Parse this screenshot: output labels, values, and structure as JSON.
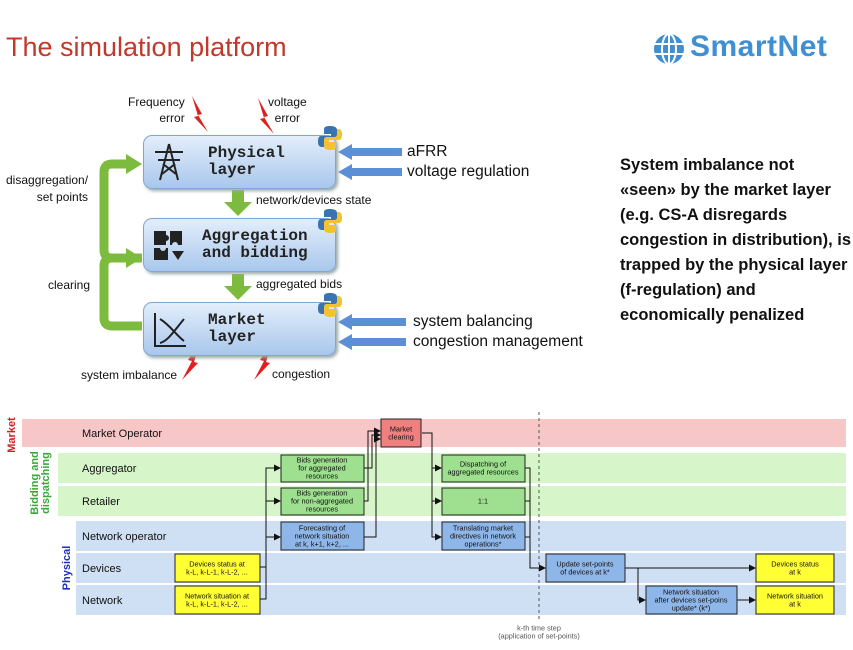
{
  "title": "The simulation platform",
  "logo": {
    "text": "SmartNet"
  },
  "side_text": "System imbalance not «seen» by the market layer (e.g. CS-A disregards congestion in distribution), is trapped by the physical layer (f-regulation) and economically penalized",
  "architecture": {
    "layers": [
      {
        "id": "physical",
        "label": "Physical\nlayer",
        "icon": "power-pylon-icon"
      },
      {
        "id": "aggregation",
        "label": "Aggregation\nand bidding",
        "icon": "puzzle-icon"
      },
      {
        "id": "market",
        "label": "Market\nlayer",
        "icon": "supply-demand-curve-icon"
      }
    ],
    "top_errors": [
      "Frequency\nerror",
      "voltage\nerror"
    ],
    "bottom_errors": [
      "system imbalance",
      "congestion"
    ],
    "down_labels": [
      "network/devices state",
      "aggregated bids"
    ],
    "left_labels": [
      "disaggregation/\nset points",
      "clearing"
    ],
    "physical_inputs": [
      "aFRR",
      "voltage regulation"
    ],
    "market_inputs": [
      "system balancing",
      "congestion management"
    ]
  },
  "flow": {
    "groups": [
      "Market",
      "Bidding and\ndispatching",
      "Physical"
    ],
    "lanes": [
      "Market Operator",
      "Aggregator",
      "Retailer",
      "Network operator",
      "Devices",
      "Network"
    ],
    "boxes": {
      "market_clearing": "Market\nclearing",
      "bids_aggregated": "Bids generation\nfor aggregated\nresources",
      "bids_non_aggregated": "Bids generation\nfor non-aggregated\nresources",
      "forecasting": "Forecasting of\nnetwork situation\nat k, k+1, k+2, ...",
      "dispatching": "Dispatching of\naggregated resources",
      "one_to_one": "1:1",
      "translating": "Translating market\ndirectives in network\noperations*",
      "devices_status_past": "Devices status at\nk-L, k-L-1, k-L-2, ...",
      "network_situation_past": "Network situation at\nk-L, k-L-1, k-L-2, ...",
      "update_setpoints": "Update set-points\nof devices at k*",
      "network_after_update": "Network situation\nafter devices set-poins\nupdate* (k*)",
      "devices_status_k": "Devices status\nat k",
      "network_situation_k": "Network situation\nat k"
    },
    "timestep_label": "k-th time step\n(application of set-points)"
  },
  "colors": {
    "title": "#c0392b",
    "market_lane": "#f7c6c6",
    "bidding_lane": "#d6f5c8",
    "physical_lane": "#cfe0f5",
    "box_green": "#9ee08f",
    "box_blue": "#8fb6e8",
    "box_yellow": "#ffff33",
    "box_red": "#f08080",
    "arrow_green": "#7dbb3f",
    "arrow_blue": "#5b8fd6",
    "bolt_red": "#e02020"
  }
}
